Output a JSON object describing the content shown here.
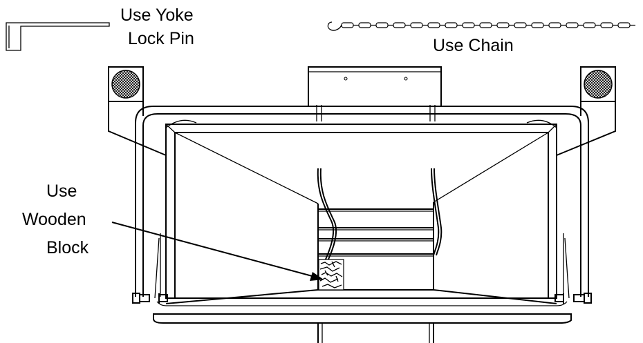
{
  "labels": {
    "yoke_line1": "Use Yoke",
    "yoke_line2": "Lock Pin",
    "chain": "Use Chain",
    "block_line1": "Use",
    "block_line2": "Wooden",
    "block_line3": "Block"
  },
  "icons": {
    "yoke_pin": "yoke-lock-pin-icon",
    "chain": "chain-icon",
    "wood": "wooden-block-icon",
    "lights": "work-light-icon"
  },
  "colors": {
    "ink": "#000000",
    "background": "#ffffff"
  }
}
